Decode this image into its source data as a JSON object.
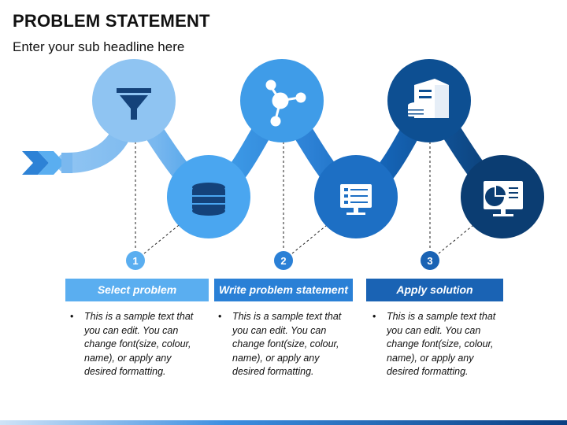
{
  "title": "PROBLEM STATEMENT",
  "subtitle": "Enter your sub headline here",
  "steps": [
    {
      "number": "1",
      "label": "Select problem",
      "text": "This is a sample text that you can edit. You can change font(size, colour, name), or apply any desired formatting."
    },
    {
      "number": "2",
      "label": "Write problem statement",
      "text": "This is a sample text that you can edit. You can change font(size, colour, name), or apply any desired formatting."
    },
    {
      "number": "3",
      "label": "Apply solution",
      "text": "This is a sample text that you can edit. You can change font(size, colour, name), or apply any desired formatting."
    }
  ],
  "icons": [
    "funnel-icon",
    "database-icon",
    "molecule-icon",
    "checklist-monitor-icon",
    "server-database-icon",
    "chart-monitor-icon"
  ],
  "colors": {
    "light": "#8fc4f2",
    "mid_light": "#3f9ce8",
    "mid": "#2d82d6",
    "mid_dark": "#1565b8",
    "dark": "#0d4f92",
    "darkest": "#0b3d72",
    "label_1": "#5aaef0",
    "label_2": "#2a80d6",
    "label_3": "#1a63b4"
  }
}
